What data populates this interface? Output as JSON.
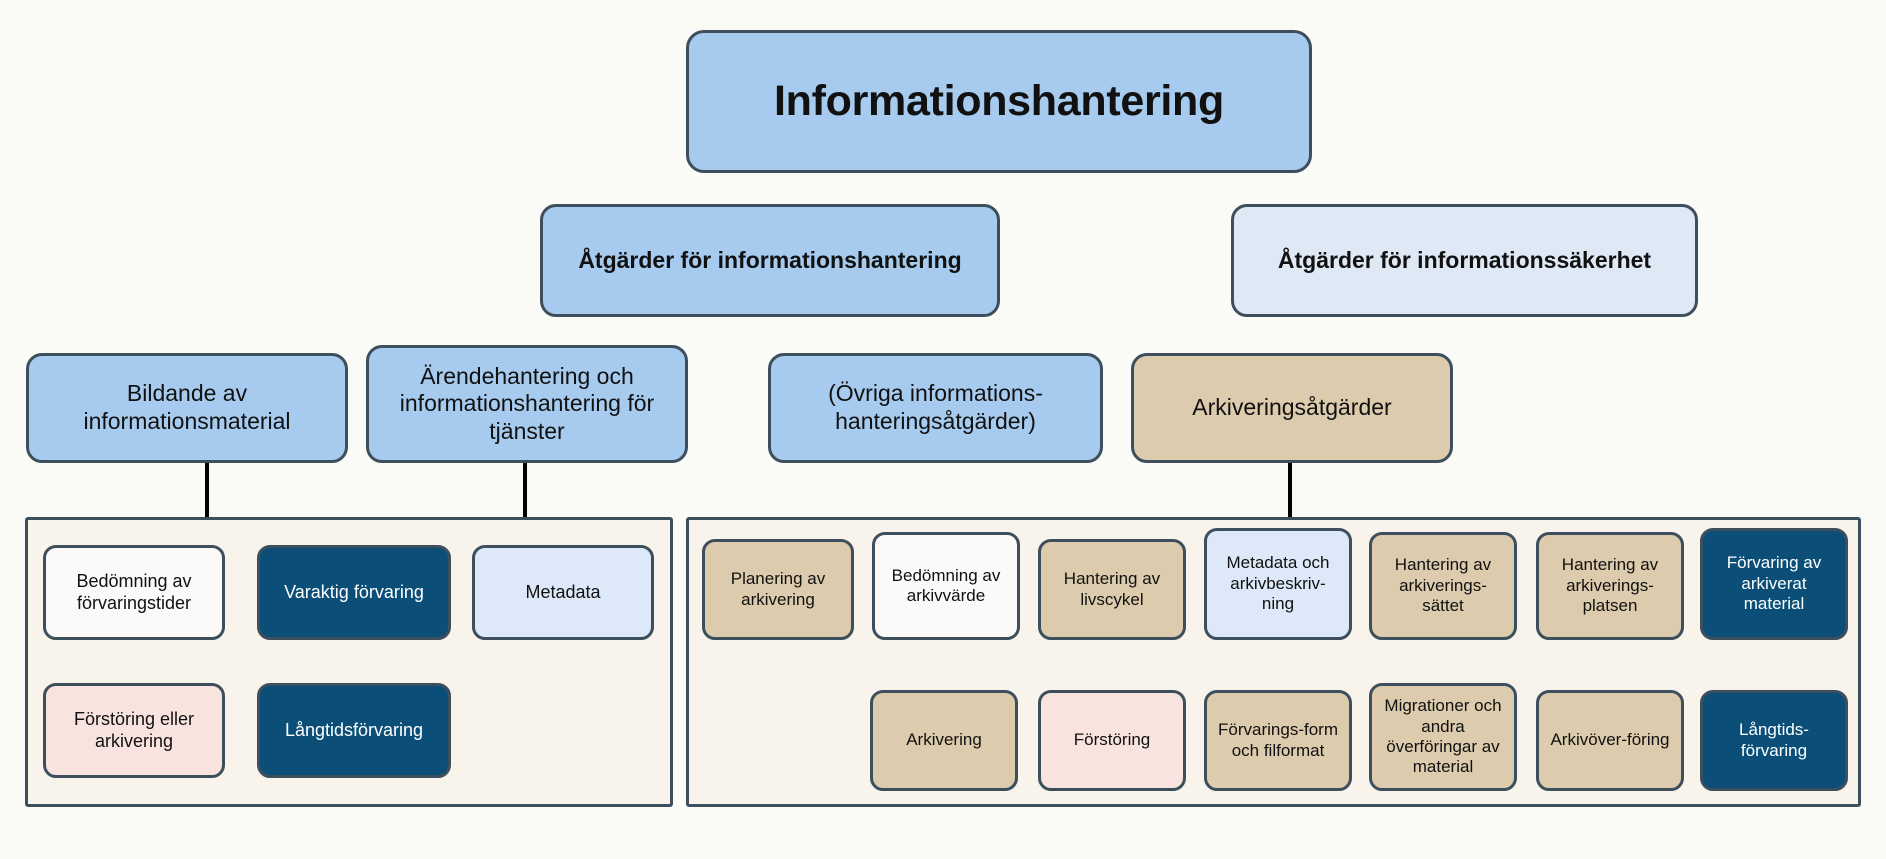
{
  "diagram": {
    "title": "Informationshantering",
    "background_color": "#fafaf7",
    "border_color": "#3d4f5c",
    "palette": {
      "blue": "#a6cbee",
      "light_blue": "#dfe8f5",
      "pale_blue": "#dde9f8",
      "navy": "#0b4f79",
      "white": "#fbfaf8",
      "tan": "#ddcbad",
      "pink": "#f9e3de",
      "panel": "#f8f4ec"
    }
  },
  "level2": {
    "left": "Åtgärder för informationshantering",
    "right": "Åtgärder för informationssäkerhet"
  },
  "level3": {
    "a": "Bildande av informationsmaterial",
    "b": "Ärendehantering och informationshantering för tjänster",
    "c": "(Övriga informations-hanteringsåtgärder)",
    "d": "Arkiveringsåtgärder"
  },
  "left_panel": {
    "nodes": [
      {
        "id": "bedomning-forvaringstider",
        "label": "Bedömning av förvaringstider",
        "fill": "white"
      },
      {
        "id": "varaktig-forvaring",
        "label": "Varaktig förvaring",
        "fill": "navy"
      },
      {
        "id": "metadata",
        "label": "Metadata",
        "fill": "pale_blue"
      },
      {
        "id": "forstoring-eller-arkivering",
        "label": "Förstöring eller arkivering",
        "fill": "pink"
      },
      {
        "id": "langtidsforvaring",
        "label": "Långtidsförvaring",
        "fill": "navy"
      }
    ]
  },
  "right_panel": {
    "nodes": [
      {
        "id": "planering-av-arkivering",
        "label": "Planering av arkivering",
        "fill": "tan"
      },
      {
        "id": "bedomning-av-arkivvarde",
        "label": "Bedömning av arkivvärde",
        "fill": "white"
      },
      {
        "id": "hantering-av-livscykel",
        "label": "Hantering av livscykel",
        "fill": "tan"
      },
      {
        "id": "metadata-och-arkivbeskrivning",
        "label": "Metadata och arkivbeskriv-ning",
        "fill": "pale_blue"
      },
      {
        "id": "hantering-av-arkiveringssattet",
        "label": "Hantering av arkiverings-sättet",
        "fill": "tan"
      },
      {
        "id": "hantering-av-arkiveringsplatsen",
        "label": "Hantering av arkiverings-platsen",
        "fill": "tan"
      },
      {
        "id": "forvaring-av-arkiverat-material",
        "label": "Förvaring av arkiverat material",
        "fill": "navy"
      },
      {
        "id": "arkivering",
        "label": "Arkivering",
        "fill": "tan"
      },
      {
        "id": "forstoring",
        "label": "Förstöring",
        "fill": "pink"
      },
      {
        "id": "forvaringsform-och-filformat",
        "label": "Förvarings-form och filformat",
        "fill": "tan"
      },
      {
        "id": "migrationer-och-andra-overforingar",
        "label": "Migrationer och andra överföringar av material",
        "fill": "tan"
      },
      {
        "id": "arkivoverforing",
        "label": "Arkivöver-föring",
        "fill": "tan"
      },
      {
        "id": "langtidsforvaring-2",
        "label": "Långtids-förvaring",
        "fill": "navy"
      }
    ]
  }
}
